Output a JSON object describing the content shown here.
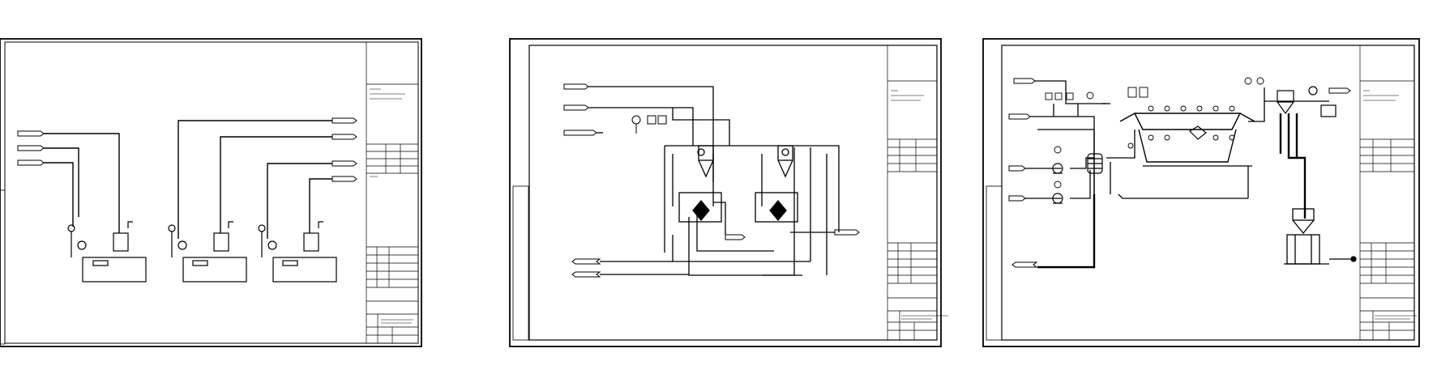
{
  "sheets": [
    {
      "id": "sheet-1",
      "title_block": {
        "project": "",
        "drawing_title": "",
        "drawing_no": ""
      }
    },
    {
      "id": "sheet-2",
      "title_block": {
        "project": "",
        "drawing_title": "",
        "drawing_no": ""
      }
    },
    {
      "id": "sheet-3",
      "title_block": {
        "project": "",
        "drawing_title": "",
        "drawing_no": ""
      }
    }
  ]
}
